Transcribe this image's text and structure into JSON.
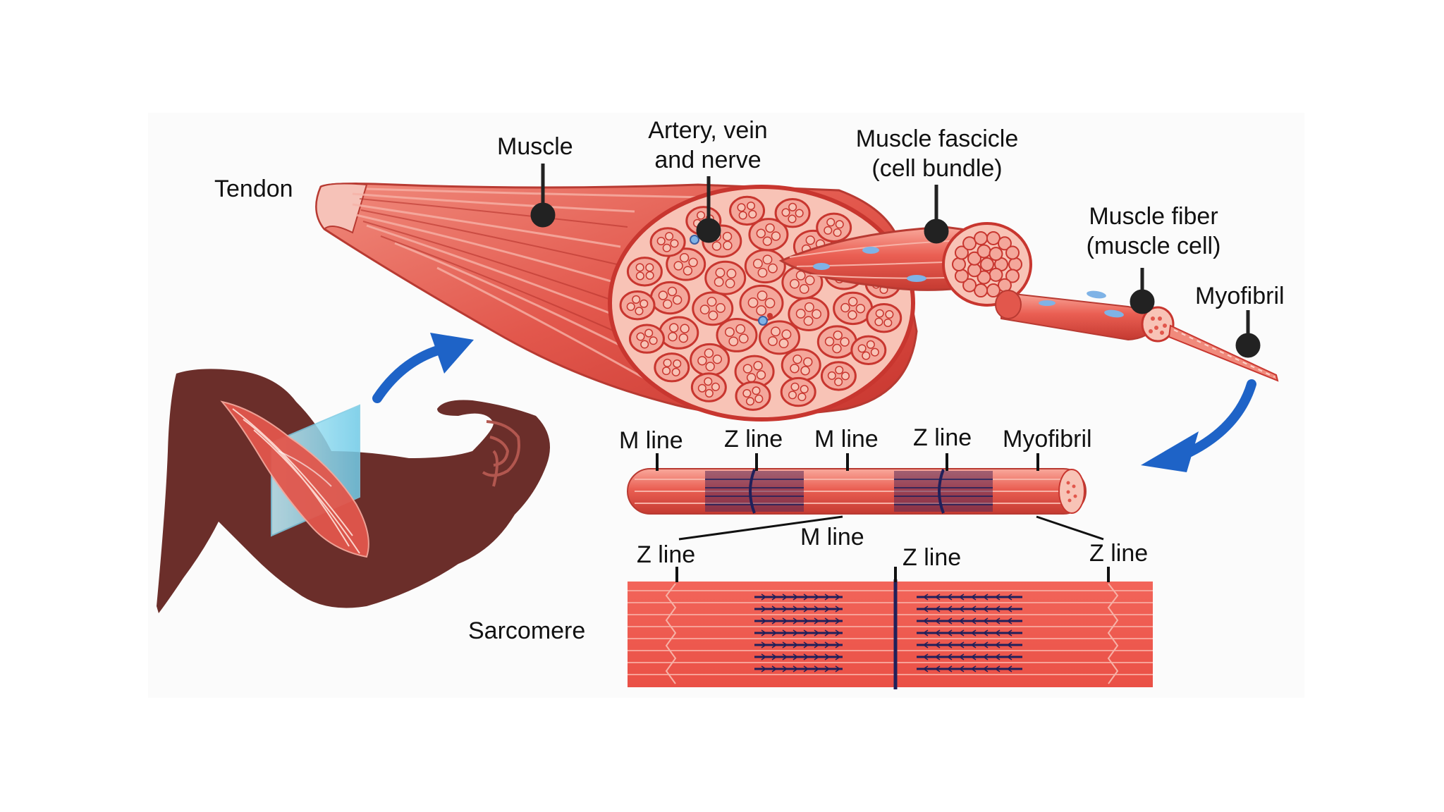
{
  "labels": {
    "tendon": "Tendon",
    "muscle": "Muscle",
    "artery_line1": "Artery, vein",
    "artery_line2": "and nerve",
    "fascicle_line1": "Muscle fascicle",
    "fascicle_line2": "(cell bundle)",
    "fiber_line1": "Muscle fiber",
    "fiber_line2": "(muscle cell)",
    "myofibril_top": "Myofibril",
    "myofibril_mid": "Myofibril",
    "m_line_1": "M line",
    "z_line_1": "Z line",
    "m_line_2": "M line",
    "z_line_2": "Z line",
    "m_line_3": "M line",
    "z_line_left": "Z line",
    "z_line_center": "Z line",
    "z_line_right": "Z line",
    "sarcomere": "Sarcomere"
  },
  "colors": {
    "muscle_red": "#e2574c",
    "muscle_dark": "#c8362f",
    "muscle_light": "#f4a79b",
    "cell_pink": "#f8c3b6",
    "skin": "#6b2e2a",
    "arrow_blue": "#1e63c7",
    "vessel_blue": "#7fb3e6",
    "filament_navy": "#20205a",
    "glass_cyan": "#8fdcf4"
  }
}
